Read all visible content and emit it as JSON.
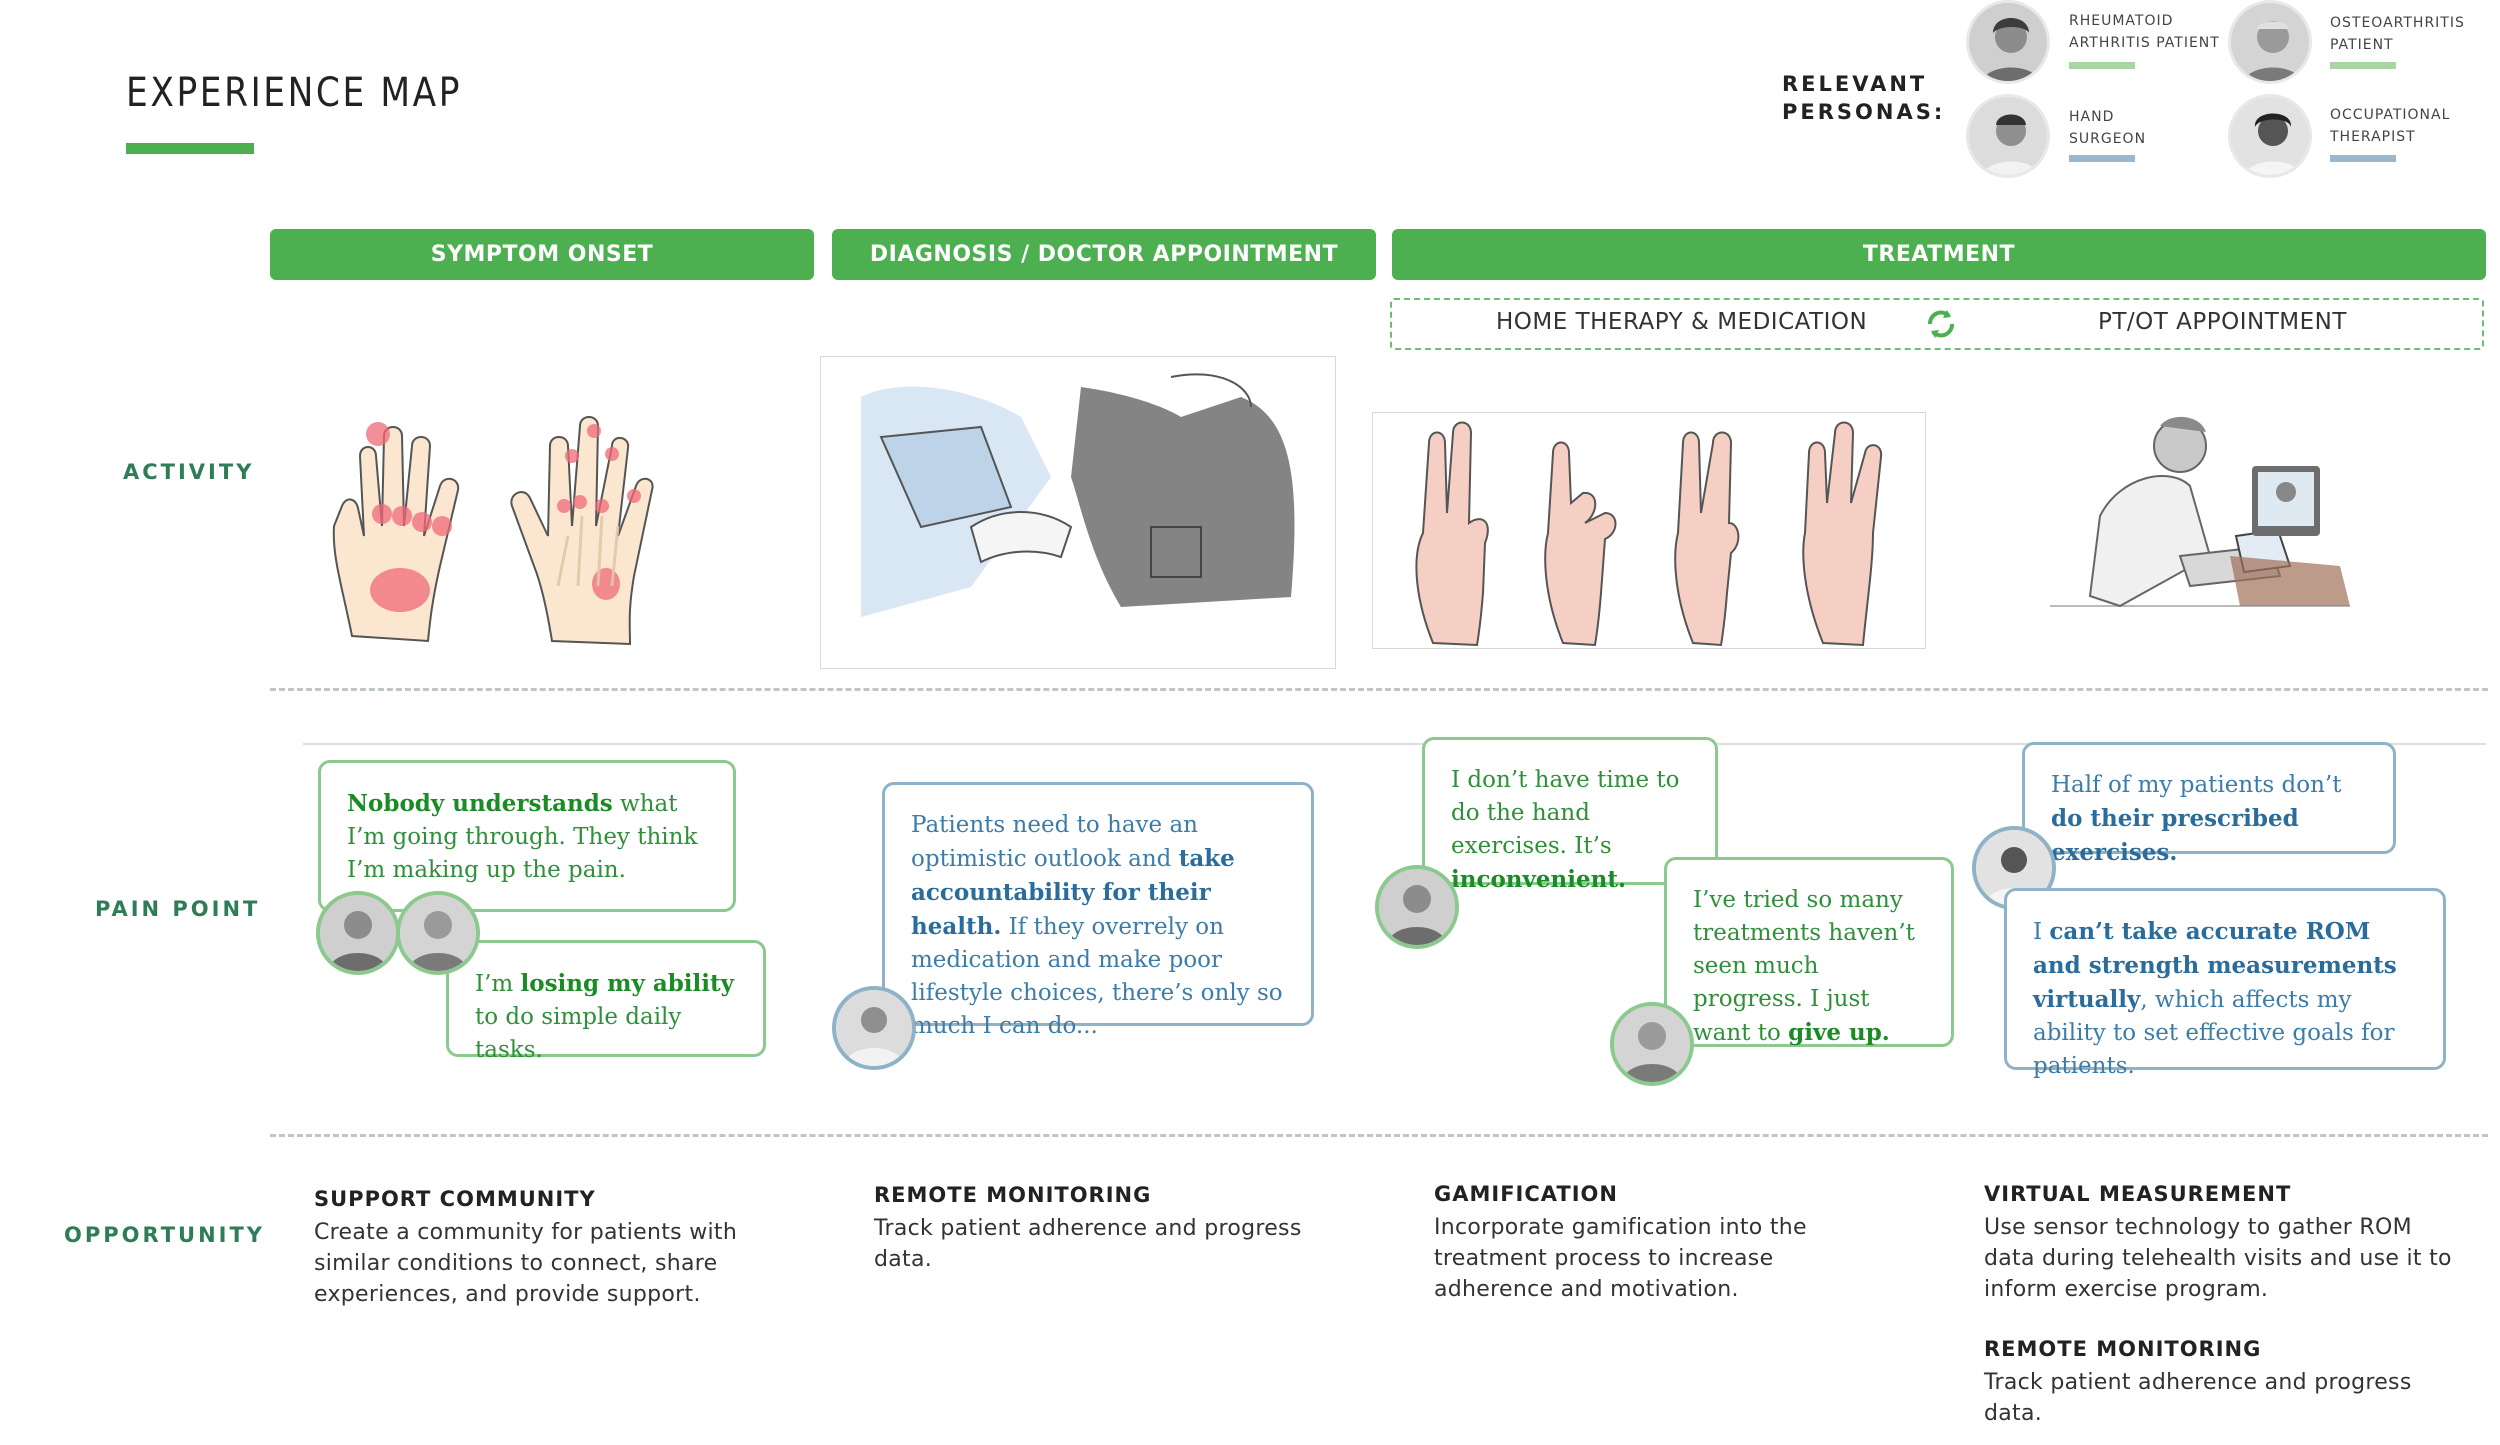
{
  "header": {
    "title": "EXPERIENCE MAP",
    "relevant_personas_label": "RELEVANT PERSONAS:"
  },
  "personas": [
    {
      "name_line1": "RHEUMATOID",
      "name_line2": "ARTHRITIS PATIENT",
      "color": "#a8d5a3"
    },
    {
      "name_line1": "OSTEOARTHRITIS",
      "name_line2": "PATIENT",
      "color": "#a8d5a3"
    },
    {
      "name_line1": "HAND",
      "name_line2": "SURGEON",
      "color": "#9ab8cc"
    },
    {
      "name_line1": "OCCUPATIONAL",
      "name_line2": "THERAPIST",
      "color": "#9ab8cc"
    }
  ],
  "phases": {
    "symptom_onset": "SYMPTOM ONSET",
    "diagnosis": "DIAGNOSIS / DOCTOR APPOINTMENT",
    "treatment": "TREATMENT",
    "home_therapy": "HOME THERAPY & MEDICATION",
    "ptot": "PT/OT APPOINTMENT"
  },
  "rows": {
    "activity": "ACTIVITY",
    "pain_point": "PAIN POINT",
    "opportunity": "OPPORTUNITY"
  },
  "pain_points": {
    "p1": {
      "b1": "Nobody understands",
      "t1": " what I’m going through. They think I’m making up the pain."
    },
    "p2": {
      "t1": "I’m ",
      "b1": "losing my ability",
      "t2": " to do simple daily tasks."
    },
    "p3": {
      "t1": "Patients need to have an optimistic outlook and ",
      "b1": "take accountability for their health.",
      "t2": " If they overrely on medication and make poor lifestyle choices, there’s only so much I can do..."
    },
    "p4": {
      "t1": "I don’t have time to do the hand exercises. It’s ",
      "b1": "inconvenient."
    },
    "p5": {
      "t1": "I’ve tried so many treatments haven’t seen much progress. I just want to ",
      "b1": "give up."
    },
    "p6": {
      "t1": "Half of my patients don’t ",
      "b1": "do their prescribed exercises."
    },
    "p7": {
      "t1": "I ",
      "b1": "can’t take accurate ROM and strength measurements virtually",
      "t2": ", which affects my ability to set effective goals for patients."
    }
  },
  "opportunities": [
    {
      "title": "SUPPORT COMMUNITY",
      "text": "Create a community for patients with similar conditions to connect, share experiences, and provide support."
    },
    {
      "title": "REMOTE MONITORING",
      "text": "Track patient adherence and progress data."
    },
    {
      "title": "GAMIFICATION",
      "text": "Incorporate gamification into the treatment process to increase adherence and motivation."
    },
    {
      "title": "VIRTUAL MEASUREMENT",
      "text": "Use sensor technology to gather ROM data during telehealth visits and use it to inform exercise program."
    },
    {
      "title": "REMOTE MONITORING",
      "text": "Track patient adherence and progress data."
    }
  ],
  "colors": {
    "accent_green": "#4caf50",
    "patient_green": "#8bc98e",
    "clinician_blue": "#8eb3c9",
    "row_label": "#2e7d56"
  },
  "icons": {
    "cycle": "refresh-cycle-icon"
  }
}
